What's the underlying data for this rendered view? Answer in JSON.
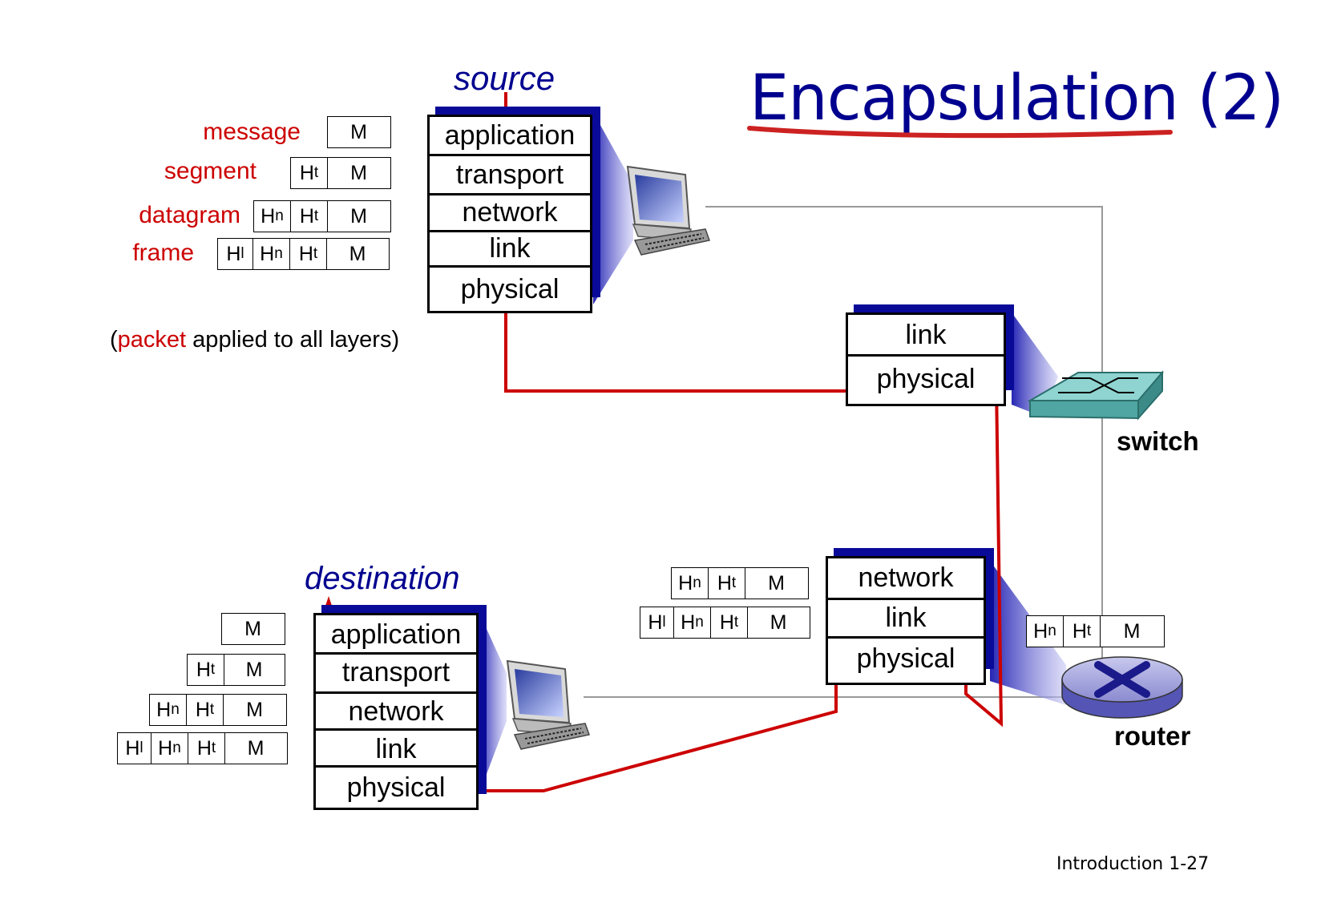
{
  "title": "Encapsulation (2)",
  "labels": {
    "source": "source",
    "destination": "destination",
    "switch": "switch",
    "router": "router",
    "footer": "Introduction 1-27"
  },
  "legend": {
    "message": "message",
    "segment": "segment",
    "datagram": "datagram",
    "frame": "frame",
    "note_open": "(",
    "note_packet": "packet",
    "note_rest": " applied to all layers)"
  },
  "source_stack": [
    "application",
    "transport",
    "network",
    "link",
    "physical"
  ],
  "destination_stack": [
    "application",
    "transport",
    "network",
    "link",
    "physical"
  ],
  "switch_stack": [
    "link",
    "physical"
  ],
  "router_stack": [
    "network",
    "link",
    "physical"
  ],
  "headers": {
    "m": "M",
    "h": "H",
    "t": "t",
    "n": "n",
    "l": "l"
  },
  "colors": {
    "title": "#00008f",
    "stack_shadow": "#0a0a99",
    "path": "#cc0000",
    "legend_text": "#cc0000"
  }
}
